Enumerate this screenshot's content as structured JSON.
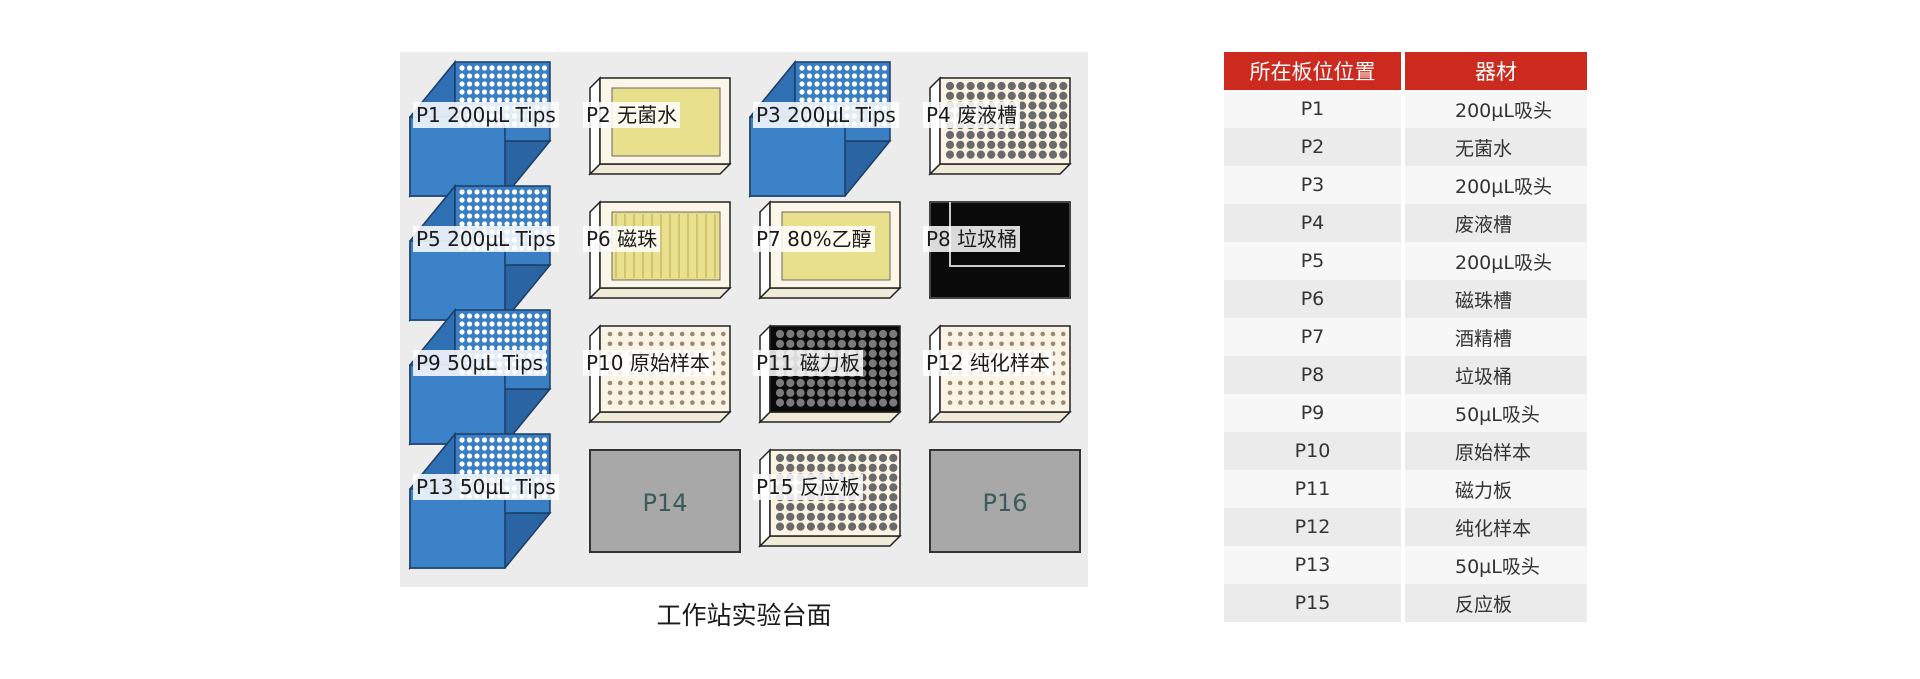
{
  "deck": {
    "caption": "工作站实验台面",
    "slots": [
      {
        "id": "P1",
        "label": "P1 200µL Tips",
        "kind": "tips"
      },
      {
        "id": "P2",
        "label": "P2 无菌水",
        "kind": "trough"
      },
      {
        "id": "P3",
        "label": "P3 200µL Tips",
        "kind": "tips"
      },
      {
        "id": "P4",
        "label": "P4 废液槽",
        "kind": "plate-dark-dots"
      },
      {
        "id": "P5",
        "label": "P5 200µL Tips",
        "kind": "tips"
      },
      {
        "id": "P6",
        "label": "P6 磁珠",
        "kind": "trough-striped"
      },
      {
        "id": "P7",
        "label": "P7 80%乙醇",
        "kind": "trough"
      },
      {
        "id": "P8",
        "label": "P8 垃圾桶",
        "kind": "trash"
      },
      {
        "id": "P9",
        "label": "P9 50µL Tips",
        "kind": "tips"
      },
      {
        "id": "P10",
        "label": "P10 原始样本",
        "kind": "plate-small-dots"
      },
      {
        "id": "P11",
        "label": "P11 磁力板",
        "kind": "plate-black"
      },
      {
        "id": "P12",
        "label": "P12 纯化样本",
        "kind": "plate-small-dots"
      },
      {
        "id": "P13",
        "label": "P13 50µL Tips",
        "kind": "tips"
      },
      {
        "id": "P14",
        "label": "P14",
        "kind": "empty"
      },
      {
        "id": "P15",
        "label": "P15 反应板",
        "kind": "plate-dark-dots"
      },
      {
        "id": "P16",
        "label": "P16",
        "kind": "empty"
      }
    ]
  },
  "legend": {
    "headers": [
      "所在板位位置",
      "器材"
    ],
    "rows": [
      [
        "P1",
        "200µL吸头"
      ],
      [
        "P2",
        "无菌水"
      ],
      [
        "P3",
        "200µL吸头"
      ],
      [
        "P4",
        "废液槽"
      ],
      [
        "P5",
        "200µL吸头"
      ],
      [
        "P6",
        "磁珠槽"
      ],
      [
        "P7",
        "酒精槽"
      ],
      [
        "P8",
        "垃圾桶"
      ],
      [
        "P9",
        "50µL吸头"
      ],
      [
        "P10",
        "原始样本"
      ],
      [
        "P11",
        "磁力板"
      ],
      [
        "P12",
        "纯化样本"
      ],
      [
        "P13",
        "50µL吸头"
      ],
      [
        "P15",
        "反应板"
      ]
    ]
  },
  "colors": {
    "header_red": "#cc2a1e",
    "tip_blue": "#3a7fc4",
    "trough_yellow": "#e8e08c",
    "plate_cream": "#fbf4e4",
    "empty_gray": "#a8a8a8",
    "deck_bg": "#ececec"
  }
}
